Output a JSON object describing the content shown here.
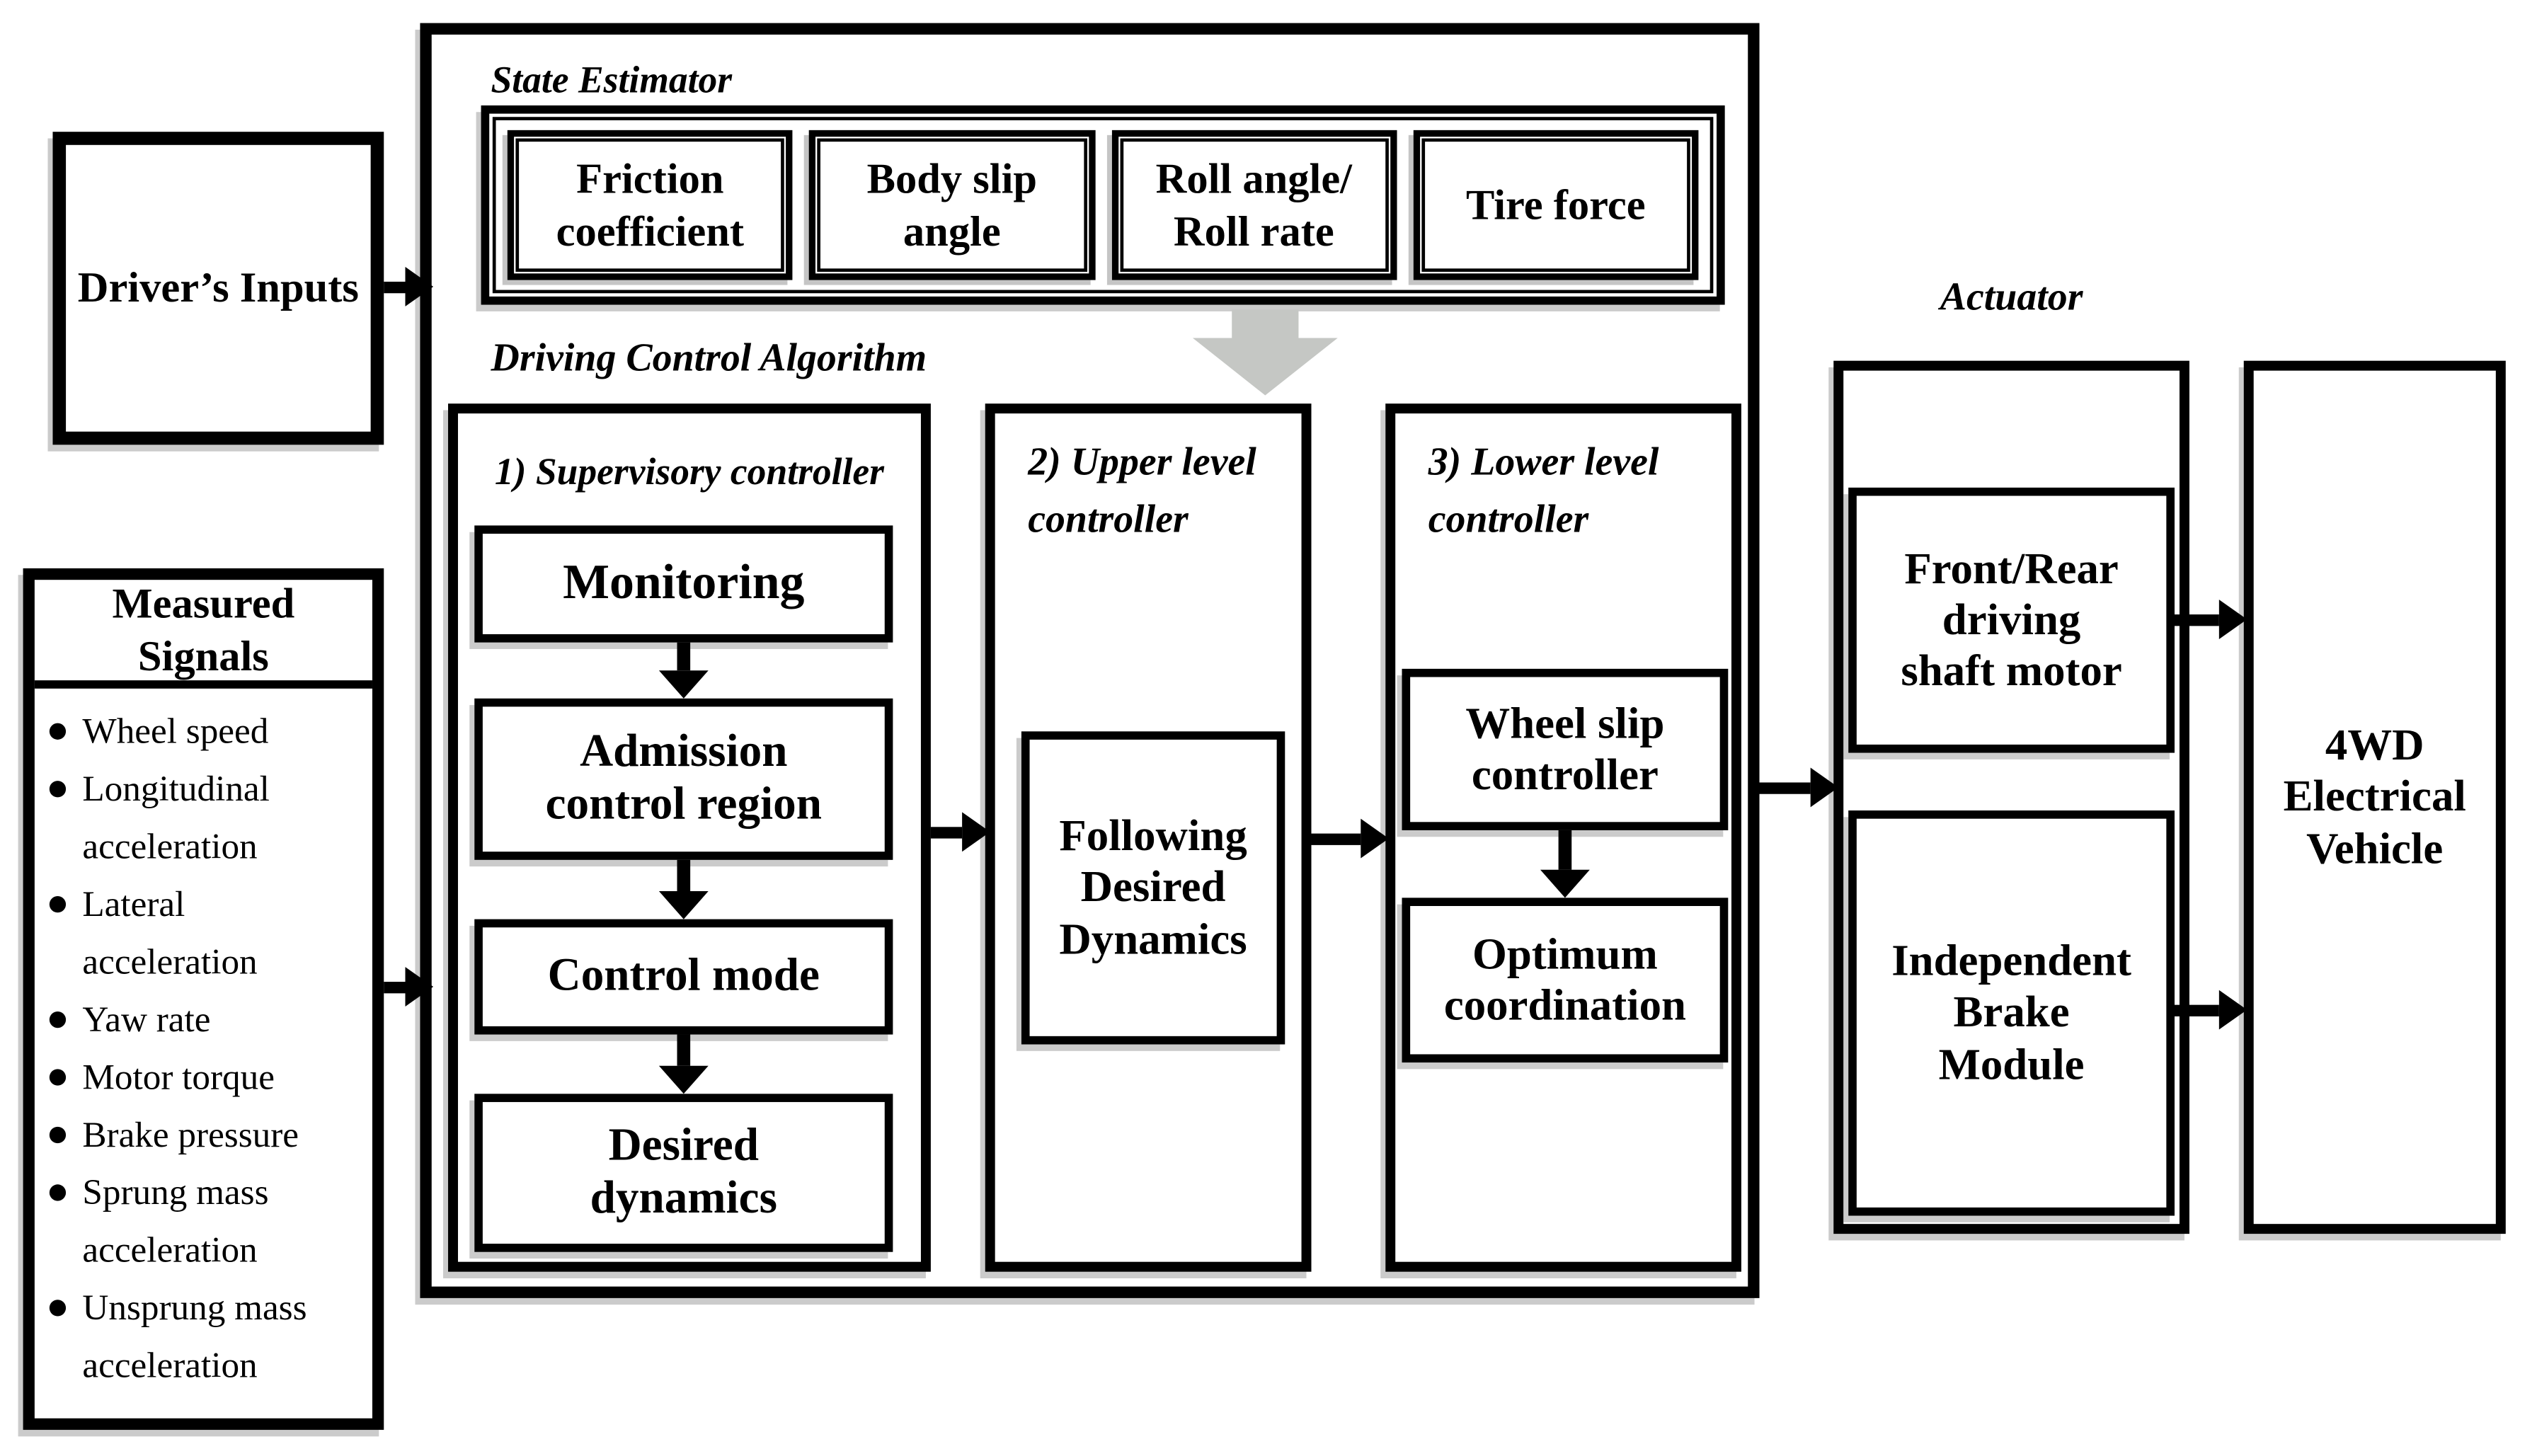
{
  "driver_inputs_label": "Driver’s Inputs",
  "measured_signals": {
    "title": "Measured\nSignals",
    "items": [
      "Wheel speed",
      "Longitudinal\nacceleration",
      "Lateral\nacceleration",
      "Yaw rate",
      "Motor torque",
      "Brake pressure",
      "Sprung mass\nacceleration",
      "Unsprung mass\nacceleration"
    ]
  },
  "control_system": {
    "state_estimator": {
      "label": "State Estimator",
      "modules": [
        "Friction\ncoefficient",
        "Body slip\nangle",
        "Roll angle/\nRoll rate",
        "Tire force"
      ]
    },
    "driving_control": {
      "label": "Driving Control Algorithm",
      "supervisory": {
        "label": "1) Supervisory controller",
        "steps": [
          "Monitoring",
          "Admission\ncontrol region",
          "Control mode",
          "Desired\ndynamics"
        ]
      },
      "upper_level": {
        "label": "2) Upper level\ncontroller",
        "module": "Following\nDesired\nDynamics"
      },
      "lower_level": {
        "label": "3) Lower level\ncontroller",
        "steps": [
          "Wheel slip\ncontroller",
          "Optimum\ncoordination"
        ]
      }
    }
  },
  "actuator": {
    "label": "Actuator",
    "modules": [
      "Front/Rear\ndriving\nshaft motor",
      "Independent\nBrake\nModule"
    ]
  },
  "plant": {
    "label": "4WD\nElectrical\nVehicle"
  },
  "colors": {
    "ink": "#000000",
    "background": "#ffffff",
    "block_arrow_fill": "#c5c7c4",
    "block_arrow_edge": "#7e7e7e",
    "shadow": "#8c8c8c"
  }
}
